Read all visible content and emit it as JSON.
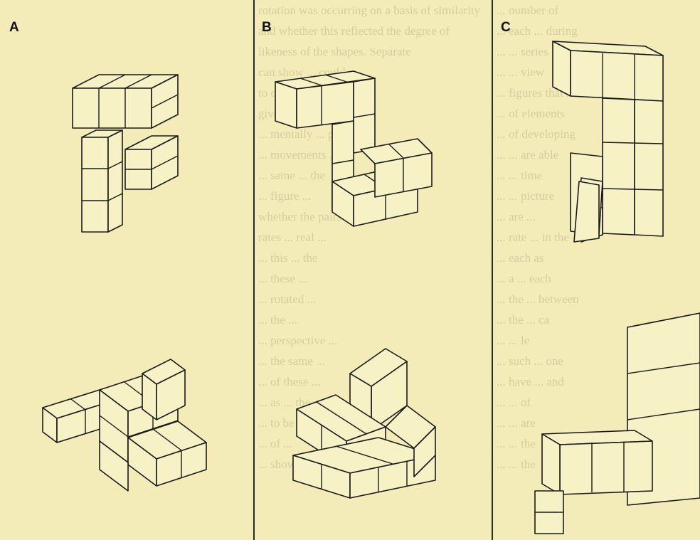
{
  "figure": {
    "panels": [
      {
        "id": "A",
        "label": "A"
      },
      {
        "id": "B",
        "label": "B"
      },
      {
        "id": "C",
        "label": "C"
      }
    ],
    "colors": {
      "paper": "#f3ecb8",
      "line": "#1a1a1a",
      "face": "#f7f1c6",
      "bleed_text": "#bdb48b"
    },
    "background_text": {
      "column_A": [],
      "column_B": [
        "rotation was occurring on a basis of similarity",
        "and whether this reflected the degree of",
        "likeness of the shapes. Separate",
        "can show ... could",
        "to open the door ... the",
        "given rotation ... pairs",
        "... mentally ... position",
        "... movements ...",
        "... same ... the",
        "... figure ...",
        "whether the pairs ... the",
        "rates ... real ...",
        "... this ... the",
        "... these ...",
        "... rotated ...",
        "... the ...",
        "... perspective ...",
        "... the same ...",
        "... of these ...",
        "... as ... the",
        "... to be ... each",
        "... of ...",
        "... shown"
      ],
      "column_C": [
        "... number of",
        "... each ... during",
        "... ... series",
        "... ... view",
        "... figures that have",
        "... of elements",
        "... of developing",
        "... ... are able",
        "... ... time",
        "... ... picture",
        "... are ...",
        "... rate ... in the",
        "... each as",
        "... a ... each",
        "... the ... between",
        "... the ... ca",
        "... ... le",
        "... such ... one",
        "... have ... and",
        "... ... of",
        "... ... are",
        "... ... the",
        "... ... the"
      ]
    }
  }
}
